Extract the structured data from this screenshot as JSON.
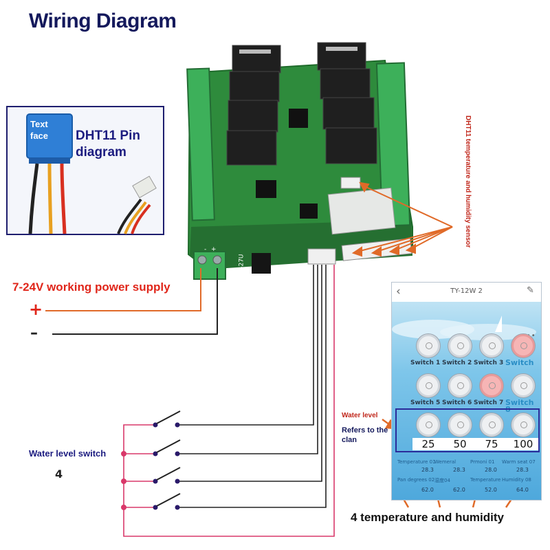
{
  "title": "Wiring Diagram",
  "dht_inset": {
    "title": "DHT11 Pin diagram",
    "sensor_face_text": "Text face"
  },
  "power": {
    "label": "7-24V working power supply",
    "plus": "+",
    "minus": "–"
  },
  "board": {
    "terminal_label": "7-27U",
    "pin_plus": "+",
    "pin_minus": "-"
  },
  "dht_sensor_label": "DHT11 temperature and humidity sensor",
  "water_level_switch": {
    "label": "Water level switch",
    "count": "4"
  },
  "phone": {
    "back_icon": "chevron-left-icon",
    "title": "TY-12W 2",
    "edit_icon": "edit-icon",
    "more": "•••",
    "switches": [
      {
        "label": "Switch 1",
        "on": false
      },
      {
        "label": "Switch 2",
        "on": false
      },
      {
        "label": "Switch 3",
        "on": false
      },
      {
        "label": "Switch",
        "on": true
      },
      {
        "label": "Switch 5",
        "on": false
      },
      {
        "label": "Switch 6",
        "on": false
      },
      {
        "label": "Switch 7",
        "on": true
      },
      {
        "label": "Switch 8",
        "on": false
      }
    ],
    "level_buttons": [
      "25",
      "50",
      "75",
      "100"
    ],
    "temperature_labels": [
      "Temperature 01",
      "Wemeral",
      "Prmoni 01",
      "Warm seat 07"
    ],
    "temperature_values": [
      "28.3",
      "28.3",
      "28.0",
      "28.3"
    ],
    "humidity_labels": [
      "Pan degrees 02",
      "湿度04",
      "Temperature",
      "Humidity 08"
    ],
    "humidity_values": [
      "62.0",
      "62.0",
      "52.0",
      "64.0"
    ]
  },
  "annotations": {
    "water_level": "Water level",
    "refers_to": "Refers to the clan",
    "temp_humidity": "4 temperature and humidity"
  },
  "colors": {
    "title": "#14195c",
    "power_red": "#e0261a",
    "wire_pink": "#d9386a",
    "board_green": "#2f8f3c",
    "terminal_green": "#3db05a",
    "arrow_orange": "#e06a28"
  }
}
